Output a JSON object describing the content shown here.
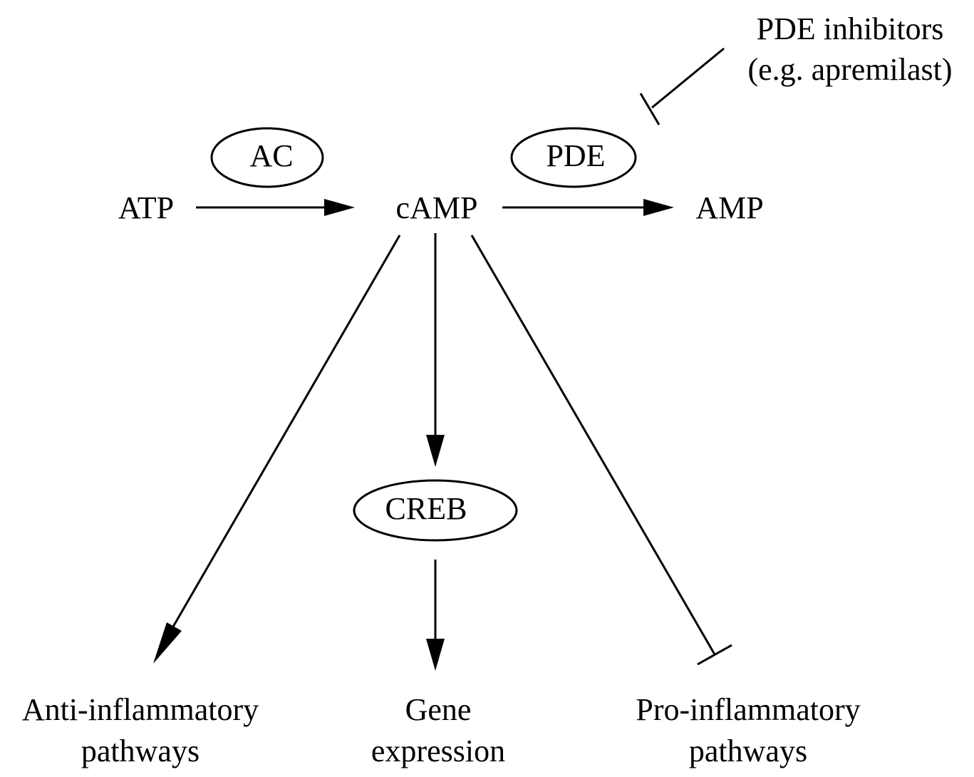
{
  "nodes": {
    "atp": "ATP",
    "camp": "cAMP",
    "amp": "AMP",
    "ac": "AC",
    "pde": "PDE",
    "creb": "CREB",
    "pde_inhibitors_line1": "PDE inhibitors",
    "pde_inhibitors_line2": "(e.g. apremilast)",
    "anti_inflammatory_line1": "Anti-inflammatory",
    "anti_inflammatory_line2": "pathways",
    "gene_expression_line1": "Gene",
    "gene_expression_line2": "expression",
    "pro_inflammatory_line1": "Pro-inflammatory",
    "pro_inflammatory_line2": "pathways"
  },
  "colors": {
    "line": "#000000",
    "background": "#ffffff"
  },
  "edges": [
    {
      "from": "ATP",
      "to": "cAMP",
      "type": "activation",
      "label": "AC"
    },
    {
      "from": "cAMP",
      "to": "AMP",
      "type": "activation",
      "label": "PDE"
    },
    {
      "from": "PDE inhibitors",
      "to": "PDE",
      "type": "inhibition"
    },
    {
      "from": "cAMP",
      "to": "Anti-inflammatory pathways",
      "type": "activation"
    },
    {
      "from": "cAMP",
      "to": "CREB",
      "type": "activation"
    },
    {
      "from": "CREB",
      "to": "Gene expression",
      "type": "activation"
    },
    {
      "from": "cAMP",
      "to": "Pro-inflammatory pathways",
      "type": "inhibition"
    }
  ]
}
